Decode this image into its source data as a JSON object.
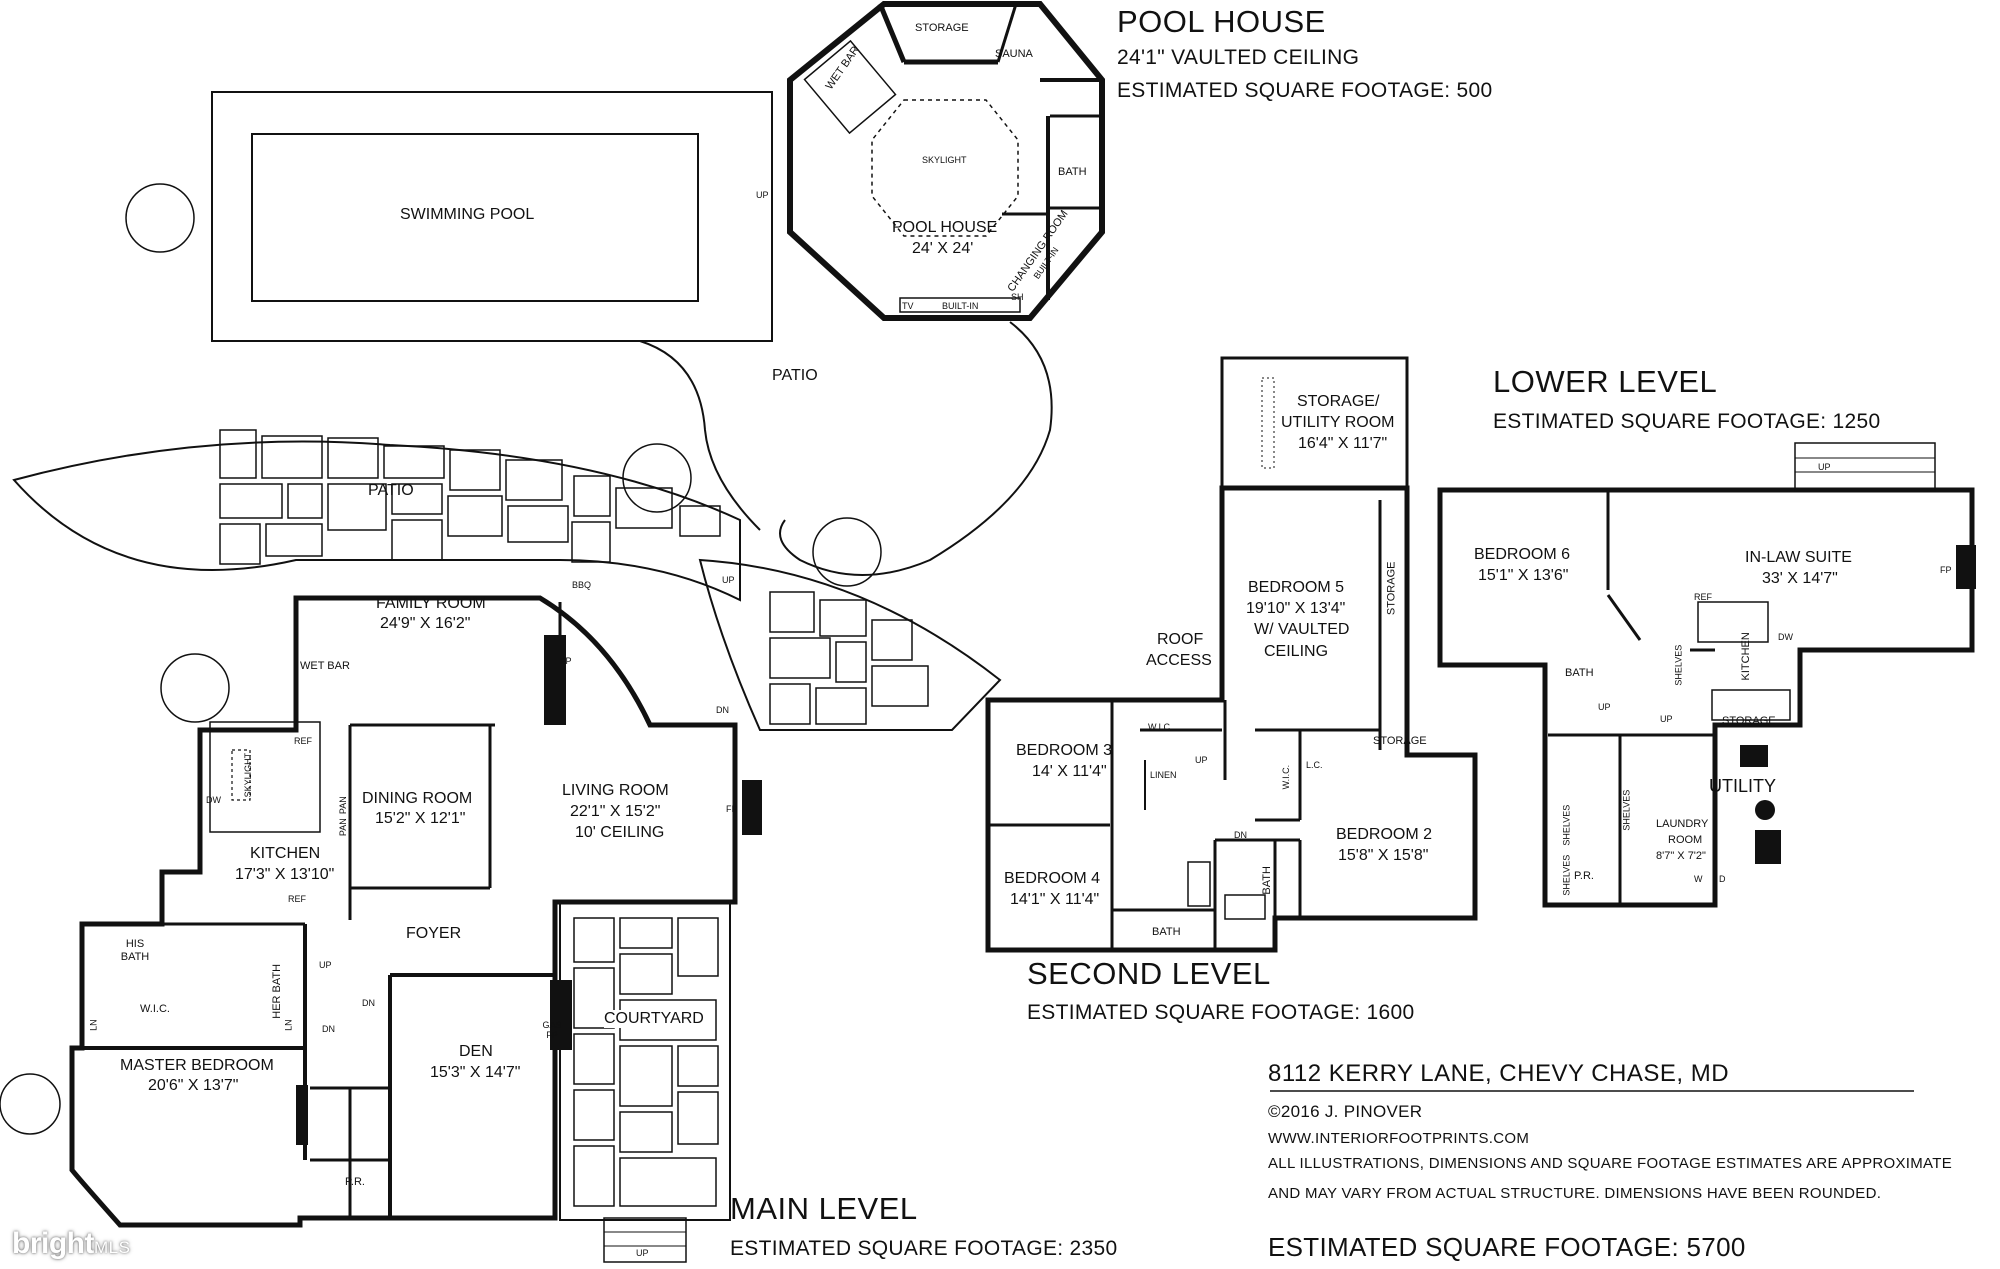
{
  "sections": {
    "pool_house": {
      "title": "POOL HOUSE",
      "line1": "24'1\" VAULTED CEILING",
      "line2": "ESTIMATED SQUARE FOOTAGE: 500"
    },
    "lower_level": {
      "title": "LOWER LEVEL",
      "line1": "ESTIMATED SQUARE FOOTAGE: 1250"
    },
    "second_level": {
      "title": "SECOND LEVEL",
      "line1": "ESTIMATED SQUARE FOOTAGE: 1600"
    },
    "main_level": {
      "title": "MAIN LEVEL",
      "line1": "ESTIMATED SQUARE FOOTAGE: 2350"
    }
  },
  "footer": {
    "address": "8112 KERRY LANE, CHEVY CHASE, MD",
    "copyright": "©2016 J. PINOVER",
    "website": "WWW.INTERIORFOOTPRINTS.COM",
    "disclaimer1": "ALL ILLUSTRATIONS, DIMENSIONS AND SQUARE FOOTAGE ESTIMATES ARE APPROXIMATE",
    "disclaimer2": "AND MAY VARY FROM ACTUAL STRUCTURE. DIMENSIONS HAVE BEEN ROUNDED.",
    "total": "ESTIMATED SQUARE FOOTAGE: 5700"
  },
  "logo": {
    "brand": "bright",
    "suffix": "MLS"
  },
  "rooms": {
    "pool_house": {
      "storage": "STORAGE",
      "wet_bar": "WET BAR",
      "sauna": "SAUNA",
      "skylight": "SKYLIGHT",
      "bath": "BATH",
      "name": "POOL HOUSE",
      "dims": "24' X 24'",
      "changing": "CHANGING ROOM",
      "built_in": "BUILT-IN",
      "built_in2": "BUILT-IN",
      "tv": "TV",
      "sh": "SH",
      "up": "UP"
    },
    "outdoor": {
      "swimming_pool": "SWIMMING POOL",
      "patio": "PATIO",
      "patio2": "PATIO",
      "courtyard": "COURTYARD",
      "up1": "UP",
      "up2": "UP"
    },
    "main": {
      "family_room": "FAMILY ROOM",
      "family_dims": "24'9\" X 16'2\"",
      "wet_bar": "WET BAR",
      "bbq": "BBQ",
      "fp1": "FP",
      "dn1": "DN",
      "ref1": "REF",
      "skylight": "SKYLIGHT",
      "dw": "DW",
      "pan1": "PAN",
      "pan2": "PAN",
      "kitchen": "KITCHEN",
      "kitchen_dims": "17'3\" X 13'10\"",
      "dining": "DINING ROOM",
      "dining_dims": "15'2\" X 12'1\"",
      "living": "LIVING ROOM",
      "living_dims": "22'1\" X 15'2\"",
      "living_ceiling": "10' CEILING",
      "fp2": "FP",
      "ref2": "REF",
      "foyer": "FOYER",
      "his_bath": "HIS BATH",
      "her_bath": "HER BATH",
      "wic": "W.I.C.",
      "ln1": "LN",
      "ln2": "LN",
      "up": "UP",
      "dn2": "DN",
      "dn3": "DN",
      "master": "MASTER BEDROOM",
      "master_dims": "20'6\" X 13'7\"",
      "den": "DEN",
      "den_dims": "15'3\" X 14'7\"",
      "gas_fp": "GAS FP",
      "pr": "P.R."
    },
    "second": {
      "storage_util": "STORAGE/",
      "storage_util2": "UTILITY ROOM",
      "storage_util_dims": "16'4\" X 11'7\"",
      "bedroom5": "BEDROOM 5",
      "bedroom5_dims": "19'10\" X 13'4\"",
      "bedroom5_note1": "W/ VAULTED",
      "bedroom5_note2": "CEILING",
      "storage_v": "STORAGE",
      "storage_h": "STORAGE",
      "roof1": "ROOF",
      "roof2": "ACCESS",
      "bedroom3": "BEDROOM 3",
      "bedroom3_dims": "14' X 11'4\"",
      "wic1": "W.I.C.",
      "wic2": "W.I.C.",
      "linen": "LINEN",
      "lc": "L.C.",
      "up": "UP",
      "dn": "DN",
      "bedroom2": "BEDROOM 2",
      "bedroom2_dims": "15'8\" X 15'8\"",
      "bedroom4": "BEDROOM 4",
      "bedroom4_dims": "14'1\" X 11'4\"",
      "bath1": "BATH",
      "bath2": "BATH"
    },
    "lower": {
      "bedroom6": "BEDROOM 6",
      "bedroom6_dims": "15'1\" X 13'6\"",
      "inlaw": "IN-LAW SUITE",
      "inlaw_dims": "33' X 14'7\"",
      "fp": "FP",
      "up1": "UP",
      "up2": "UP",
      "up3": "UP",
      "bath": "BATH",
      "ref": "REF",
      "dw": "DW",
      "kitchen": "KITCHEN",
      "shelves1": "SHELVES",
      "shelves2": "SHELVES",
      "shelves3": "SHELVES",
      "shelves4": "SHELVES",
      "storage": "STORAGE",
      "utility": "UTILITY",
      "laundry": "LAUNDRY",
      "laundry2": "ROOM",
      "laundry_dims": "8'7\" X 7'2\"",
      "w": "W",
      "d": "D",
      "pr": "P.R."
    }
  }
}
